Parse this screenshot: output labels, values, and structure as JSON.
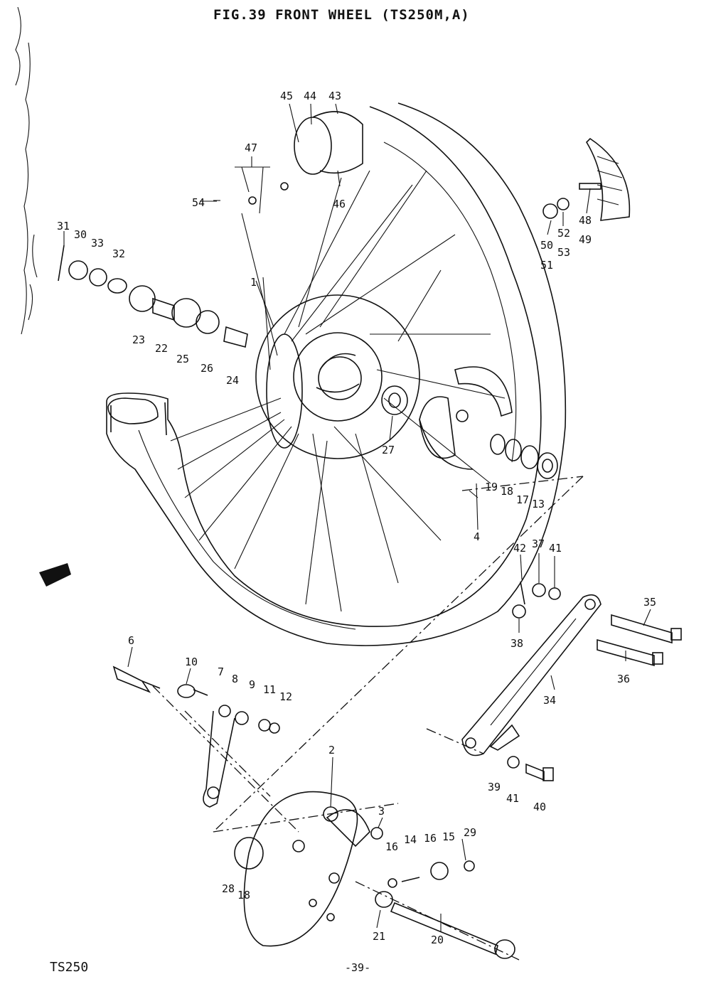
{
  "title": "FIG.39  FRONT WHEEL (TS250M,A)",
  "model": "TS250",
  "page_number": "-39-",
  "callouts": [
    {
      "id": "c45",
      "text": "45"
    },
    {
      "id": "c44",
      "text": "44"
    },
    {
      "id": "c43",
      "text": "43"
    },
    {
      "id": "c47",
      "text": "47"
    },
    {
      "id": "c46",
      "text": "46"
    },
    {
      "id": "c54",
      "text": "54"
    },
    {
      "id": "c48",
      "text": "48"
    },
    {
      "id": "c49",
      "text": "49"
    },
    {
      "id": "c52",
      "text": "52"
    },
    {
      "id": "c53",
      "text": "53"
    },
    {
      "id": "c50",
      "text": "50"
    },
    {
      "id": "c51",
      "text": "51"
    },
    {
      "id": "c31",
      "text": "31"
    },
    {
      "id": "c30",
      "text": "30"
    },
    {
      "id": "c33",
      "text": "33"
    },
    {
      "id": "c32",
      "text": "32"
    },
    {
      "id": "c1",
      "text": "1"
    },
    {
      "id": "c23",
      "text": "23"
    },
    {
      "id": "c22",
      "text": "22"
    },
    {
      "id": "c25",
      "text": "25"
    },
    {
      "id": "c26",
      "text": "26"
    },
    {
      "id": "c24",
      "text": "24"
    },
    {
      "id": "c27",
      "text": "27"
    },
    {
      "id": "c19",
      "text": "19"
    },
    {
      "id": "c18a",
      "text": "18"
    },
    {
      "id": "c17",
      "text": "17"
    },
    {
      "id": "c13",
      "text": "13"
    },
    {
      "id": "c4",
      "text": "4"
    },
    {
      "id": "c42",
      "text": "42"
    },
    {
      "id": "c37",
      "text": "37"
    },
    {
      "id": "c41a",
      "text": "41"
    },
    {
      "id": "c35",
      "text": "35"
    },
    {
      "id": "c38",
      "text": "38"
    },
    {
      "id": "c36",
      "text": "36"
    },
    {
      "id": "c34",
      "text": "34"
    },
    {
      "id": "c6",
      "text": "6"
    },
    {
      "id": "c10",
      "text": "10"
    },
    {
      "id": "c7",
      "text": "7"
    },
    {
      "id": "c8",
      "text": "8"
    },
    {
      "id": "c9",
      "text": "9"
    },
    {
      "id": "c11",
      "text": "11"
    },
    {
      "id": "c12",
      "text": "12"
    },
    {
      "id": "c2",
      "text": "2"
    },
    {
      "id": "c3",
      "text": "3"
    },
    {
      "id": "c39",
      "text": "39"
    },
    {
      "id": "c41b",
      "text": "41"
    },
    {
      "id": "c40",
      "text": "40"
    },
    {
      "id": "c16a",
      "text": "16"
    },
    {
      "id": "c14",
      "text": "14"
    },
    {
      "id": "c16b",
      "text": "16"
    },
    {
      "id": "c15",
      "text": "15"
    },
    {
      "id": "c29",
      "text": "29"
    },
    {
      "id": "c28",
      "text": "28"
    },
    {
      "id": "c18b",
      "text": "18"
    },
    {
      "id": "c21",
      "text": "21"
    },
    {
      "id": "c20",
      "text": "20"
    }
  ]
}
